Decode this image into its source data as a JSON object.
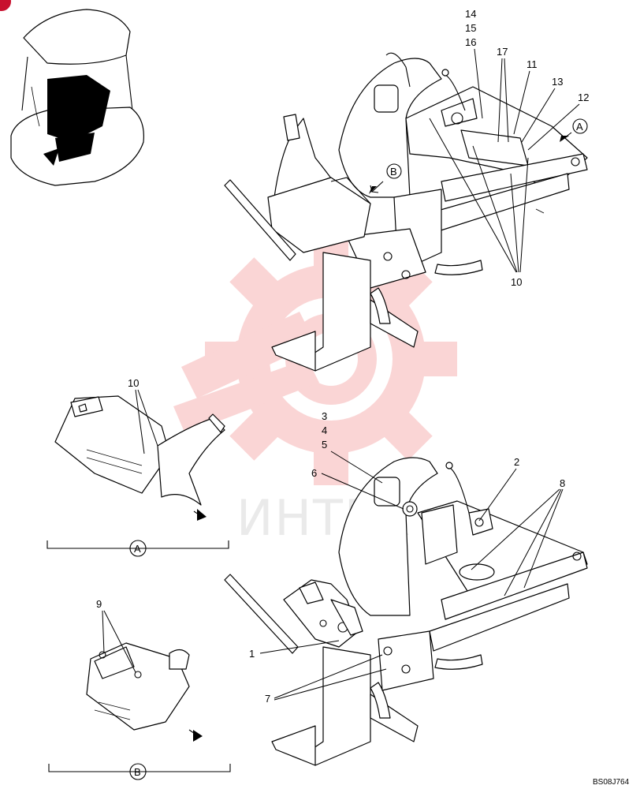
{
  "watermark": {
    "text": "ИНТЕХ",
    "color": "#f4a0a0"
  },
  "doc_code": "BS08J764",
  "view_a": {
    "label": "A",
    "callout": "10"
  },
  "view_b": {
    "label": "B",
    "callout": "9"
  },
  "main_view_top": {
    "callouts": [
      "14",
      "15",
      "16",
      "17",
      "11",
      "13",
      "12",
      "10"
    ],
    "arrow_a": "A",
    "arrow_b": "B"
  },
  "main_view_bottom": {
    "callouts": [
      "3",
      "4",
      "5",
      "6",
      "2",
      "8",
      "1",
      "7"
    ]
  }
}
